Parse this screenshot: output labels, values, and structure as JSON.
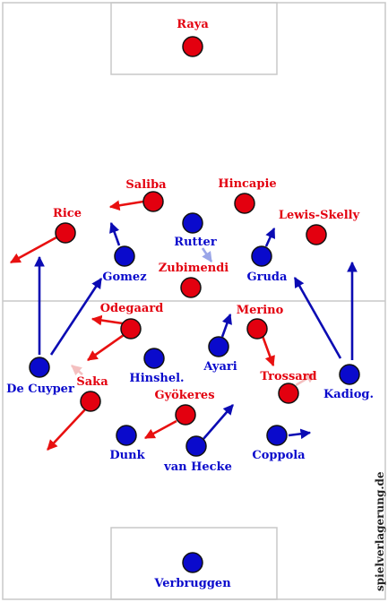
{
  "colors": {
    "pitch_line": "#c8c8c8",
    "team_red": "#e3000f",
    "team_blue": "#0a0acc",
    "arrow_red": "#e81010",
    "arrow_blue": "#0b0bb3",
    "arrow_light_blue": "#9aa6e8",
    "arrow_light_red": "#f4c0c0"
  },
  "watermark": "spielverlagerung.de",
  "red_players": [
    {
      "id": "raya",
      "label": "Raya"
    },
    {
      "id": "saliba",
      "label": "Saliba"
    },
    {
      "id": "hincapie",
      "label": "Hincapie"
    },
    {
      "id": "rice",
      "label": "Rice"
    },
    {
      "id": "lewis-skelly",
      "label": "Lewis-Skelly"
    },
    {
      "id": "zubimendi",
      "label": "Zubimendi"
    },
    {
      "id": "odegaard",
      "label": "Odegaard"
    },
    {
      "id": "merino",
      "label": "Merino"
    },
    {
      "id": "saka",
      "label": "Saka"
    },
    {
      "id": "trossard",
      "label": "Trossard"
    },
    {
      "id": "gyokeres",
      "label": "Gyökeres"
    }
  ],
  "blue_players": [
    {
      "id": "rutter",
      "label": "Rutter"
    },
    {
      "id": "gomez",
      "label": "Gomez"
    },
    {
      "id": "gruda",
      "label": "Gruda"
    },
    {
      "id": "ayari",
      "label": "Ayari"
    },
    {
      "id": "hinshel",
      "label": "Hinshel."
    },
    {
      "id": "de-cuyper",
      "label": "De Cuyper"
    },
    {
      "id": "kadiog",
      "label": "Kadiog."
    },
    {
      "id": "dunk",
      "label": "Dunk"
    },
    {
      "id": "van-hecke",
      "label": "van Hecke"
    },
    {
      "id": "coppola",
      "label": "Coppola"
    },
    {
      "id": "verbruggen",
      "label": "Verbruggen"
    }
  ]
}
